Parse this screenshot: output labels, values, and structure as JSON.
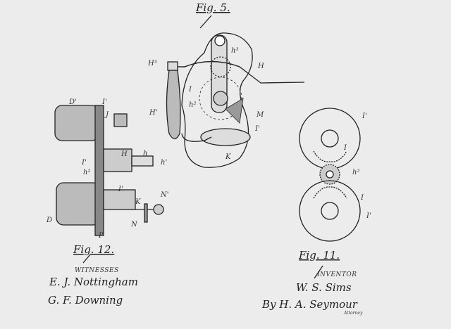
{
  "figures": {
    "fig5": {
      "title": "Fig. 5.",
      "labels": [
        "H³",
        "h³",
        "H",
        "I",
        "h²",
        "M",
        "I'",
        "H'",
        "K"
      ]
    },
    "fig12": {
      "title": "Fig. 12.",
      "labels": [
        "D'",
        "I'",
        "J",
        "H",
        "h",
        "h'",
        "I'",
        "h²",
        "I'",
        "N'",
        "K",
        "N",
        "D",
        "I'"
      ]
    },
    "fig11": {
      "title": "Fig. 11.",
      "labels": [
        "I'",
        "I",
        "h²",
        "I",
        "I'"
      ]
    }
  },
  "witnesses": {
    "heading": "WITNESSES",
    "names": [
      "E. J. Nottingham",
      "G. F. Downing"
    ]
  },
  "inventor": {
    "heading": "INVENTOR",
    "name": "W. S. Sims",
    "attorney": "By H. A. Seymour",
    "attorney_label": "Attorney"
  }
}
